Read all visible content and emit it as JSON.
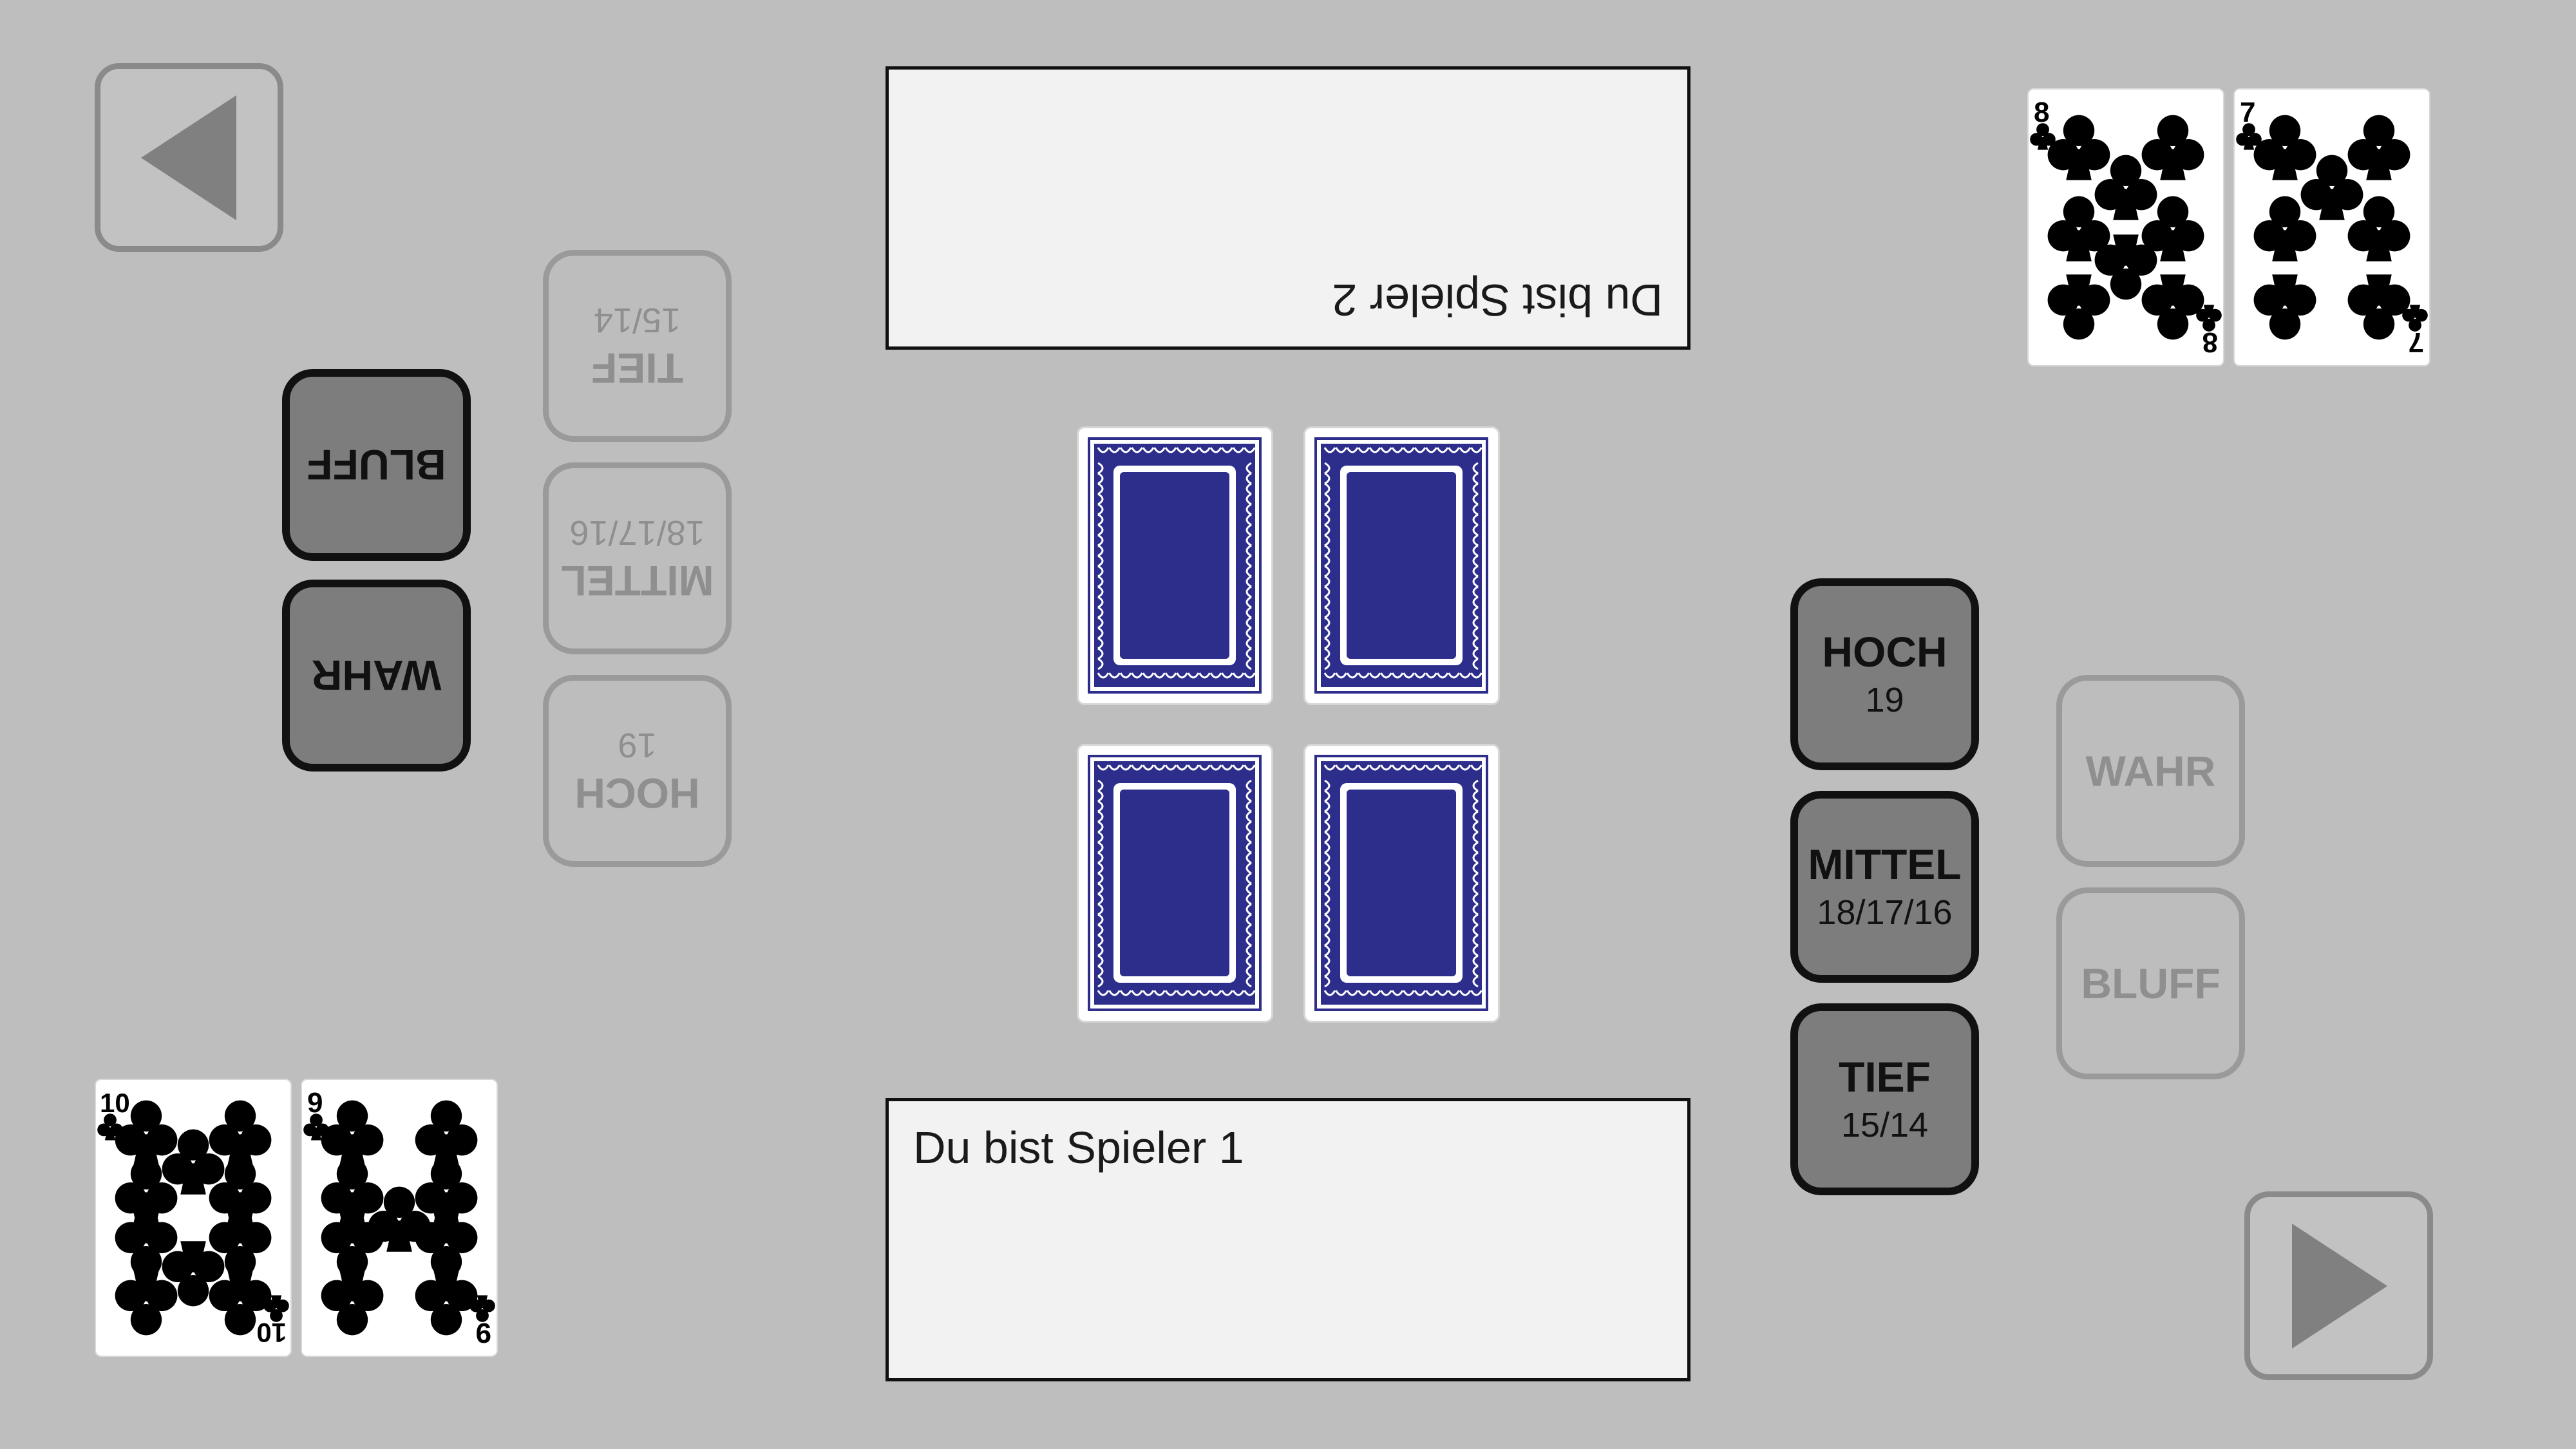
{
  "nav": {
    "back_icon": "triangle-left-icon",
    "forward_icon": "triangle-right-icon"
  },
  "messages": {
    "player2": "Du bist Spieler 2",
    "player1": "Du bist Spieler 1"
  },
  "player2_choices": [
    {
      "label": "TIEF",
      "sub": "15/14",
      "state": "inactive"
    },
    {
      "label": "MITTEL",
      "sub": "18/17/16",
      "state": "inactive"
    },
    {
      "label": "HOCH",
      "sub": "19",
      "state": "inactive"
    }
  ],
  "player2_verdict": [
    {
      "label": "BLUFF",
      "state": "active"
    },
    {
      "label": "WAHR",
      "state": "active"
    }
  ],
  "player1_choices": [
    {
      "label": "HOCH",
      "sub": "19",
      "state": "active"
    },
    {
      "label": "MITTEL",
      "sub": "18/17/16",
      "state": "active"
    },
    {
      "label": "TIEF",
      "sub": "15/14",
      "state": "active"
    }
  ],
  "player1_verdict": [
    {
      "label": "WAHR",
      "state": "inactive"
    },
    {
      "label": "BLUFF",
      "state": "inactive"
    }
  ],
  "player2_hand": [
    {
      "rank": "8",
      "suit": "clubs"
    },
    {
      "rank": "7",
      "suit": "clubs"
    }
  ],
  "player1_hand": [
    {
      "rank": "10",
      "suit": "clubs"
    },
    {
      "rank": "9",
      "suit": "clubs"
    }
  ],
  "table": {
    "face_down_count": 4,
    "back_color": "#2d2e8c"
  },
  "colors": {
    "background": "#bebebe",
    "active_button": "#7d7d7d",
    "inactive_text": "#8f8f8f",
    "message_box": "#f2f2f2"
  }
}
